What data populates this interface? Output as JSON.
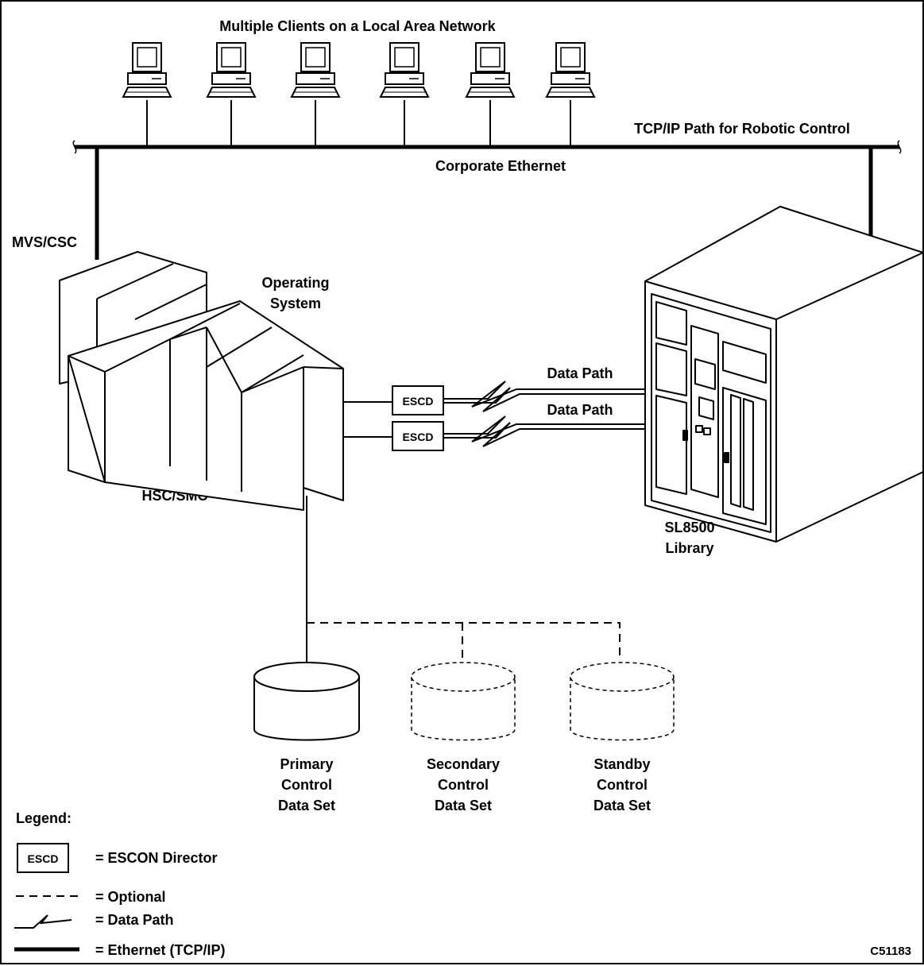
{
  "title": "Multiple Clients on a Local Area Network",
  "network": {
    "tcpip_label": "TCP/IP Path for Robotic Control",
    "ethernet_label": "Corporate Ethernet"
  },
  "host": {
    "mvs_label": "MVS/CSC",
    "os_label_line1": "Operating",
    "os_label_line2": "System",
    "hsc_label": "HSC/SMC"
  },
  "connections": {
    "escd_1": "ESCD",
    "escd_2": "ESCD",
    "data_path_1": "Data Path",
    "data_path_2": "Data Path"
  },
  "library": {
    "line1": "SL8500",
    "line2": "Library"
  },
  "datasets": [
    {
      "line1": "Primary",
      "line2": "Control",
      "line3": "Data Set"
    },
    {
      "line1": "Secondary",
      "line2": "Control",
      "line3": "Data Set"
    },
    {
      "line1": "Standby",
      "line2": "Control",
      "line3": "Data Set"
    }
  ],
  "legend": {
    "title": "Legend:",
    "escd_box": "ESCD",
    "escd_text": "= ESCON Director",
    "optional_text": "= Optional",
    "datapath_text": "= Data Path",
    "ethernet_text": "= Ethernet (TCP/IP)"
  },
  "figure_id": "C51183"
}
